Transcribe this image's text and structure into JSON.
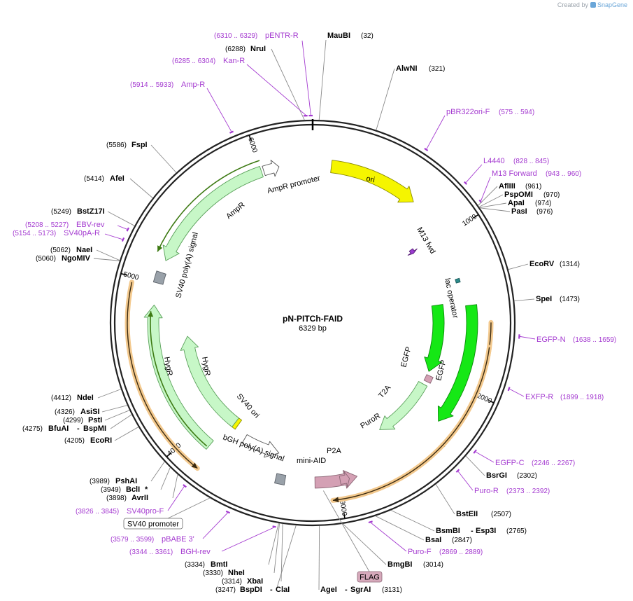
{
  "credit": {
    "prefix": "Created by",
    "brand": "SnapGene"
  },
  "plasmid": {
    "name": "pN-PITCh-FAID",
    "size_label": "6329 bp",
    "length": 6329
  },
  "tick_labels": [
    "1000",
    "2000",
    "3000",
    "4000",
    "5000",
    "6000"
  ],
  "colors": {
    "primer": "#a43ad0",
    "backbone": "#222222",
    "ori": "#f5f500",
    "egfp": "#15e815",
    "resistance": "#c7f7c7",
    "mini_aid": "#d4a0b4",
    "polyA": "#99a1a9",
    "sv40ori": "#f5f500",
    "highlight": "#f3c98e",
    "green_outline": "#3d7a13"
  },
  "enzymes": [
    {
      "name": "MauBI",
      "pos": "(32)"
    },
    {
      "name": "AlwNI",
      "pos": "(321)"
    },
    {
      "name": "AflIII",
      "pos": "(961)"
    },
    {
      "name": "PspOMI",
      "pos": "(970)"
    },
    {
      "name": "ApaI",
      "pos": "(974)"
    },
    {
      "name": "PasI",
      "pos": "(976)"
    },
    {
      "name": "EcoRV",
      "pos": "(1314)"
    },
    {
      "name": "SpeI",
      "pos": "(1473)"
    },
    {
      "name": "BsrGI",
      "pos": "(2302)"
    },
    {
      "name": "BstEII",
      "pos": "(2507)"
    },
    {
      "name": "BsmBI",
      "name2": "Esp3I",
      "pos": "(2765)"
    },
    {
      "name": "BsaI",
      "pos": "(2847)"
    },
    {
      "name": "BmgBI",
      "pos": "(3014)"
    },
    {
      "name": "AgeI",
      "name2": "SgrAI",
      "pos": "(3131)"
    },
    {
      "name": "BspDI",
      "name2": "ClaI",
      "pos": "(3247)"
    },
    {
      "name": "XbaI",
      "pos": "(3314)"
    },
    {
      "name": "NheI",
      "pos": "(3330)"
    },
    {
      "name": "BmtI",
      "pos": "(3334)"
    },
    {
      "name": "AvrII",
      "pos": "(3898)"
    },
    {
      "name": "BclI",
      "pos": "(3949)",
      "suffix": "*"
    },
    {
      "name": "PshAI",
      "pos": "(3989)"
    },
    {
      "name": "EcoRI",
      "pos": "(4205)"
    },
    {
      "name": "BfuAI",
      "name2": "BspMI",
      "pos": "(4275)"
    },
    {
      "name": "PstI",
      "pos": "(4299)"
    },
    {
      "name": "AsiSI",
      "pos": "(4326)"
    },
    {
      "name": "NdeI",
      "pos": "(4412)"
    },
    {
      "name": "NgoMIV",
      "pos": "(5060)"
    },
    {
      "name": "NaeI",
      "pos": "(5062)"
    },
    {
      "name": "BstZ17I",
      "pos": "(5249)"
    },
    {
      "name": "AfeI",
      "pos": "(5414)"
    },
    {
      "name": "FspI",
      "pos": "(5586)"
    },
    {
      "name": "NruI",
      "pos": "(6288)"
    }
  ],
  "primers": [
    {
      "name": "pENTR-R",
      "range": "(6310 .. 6329)"
    },
    {
      "name": "Kan-R",
      "range": "(6285 .. 6304)"
    },
    {
      "name": "Amp-R",
      "range": "(5914 .. 5933)"
    },
    {
      "name": "pBR322ori-F",
      "range": "(575 .. 594)"
    },
    {
      "name": "L4440",
      "range": "(828 .. 845)"
    },
    {
      "name": "M13 Forward",
      "range": "(943 .. 960)"
    },
    {
      "name": "EGFP-N",
      "range": "(1638 .. 1659)"
    },
    {
      "name": "EXFP-R",
      "range": "(1899 .. 1918)"
    },
    {
      "name": "EGFP-C",
      "range": "(2246 .. 2267)"
    },
    {
      "name": "Puro-R",
      "range": "(2373 .. 2392)"
    },
    {
      "name": "Puro-F",
      "range": "(2869 .. 2889)"
    },
    {
      "name": "SV40pro-F",
      "range": "(3826 .. 3845)"
    },
    {
      "name": "pBABE 3'",
      "range": "(3579 .. 3599)"
    },
    {
      "name": "BGH-rev",
      "range": "(3344 .. 3361)"
    },
    {
      "name": "EBV-rev",
      "range": "(5208 .. 5227)"
    },
    {
      "name": "SV40pA-R",
      "range": "(5154 .. 5173)"
    }
  ],
  "boxed_features": [
    {
      "name": "FLAG"
    },
    {
      "name": "SV40 promoter"
    }
  ],
  "features": [
    {
      "name": "ori"
    },
    {
      "name": "M13 fwd"
    },
    {
      "name": "lac operator"
    },
    {
      "name": "EGFP",
      "copy": 1
    },
    {
      "name": "EGFP",
      "copy": 2
    },
    {
      "name": "T2A"
    },
    {
      "name": "PuroR"
    },
    {
      "name": "P2A"
    },
    {
      "name": "mini-AID"
    },
    {
      "name": "bGH poly(A) signal"
    },
    {
      "name": "SV40 ori"
    },
    {
      "name": "HygR",
      "copy": 1
    },
    {
      "name": "HygR",
      "copy": 2
    },
    {
      "name": "SV40 poly(A) signal"
    },
    {
      "name": "AmpR"
    },
    {
      "name": "AmpR promoter"
    }
  ]
}
